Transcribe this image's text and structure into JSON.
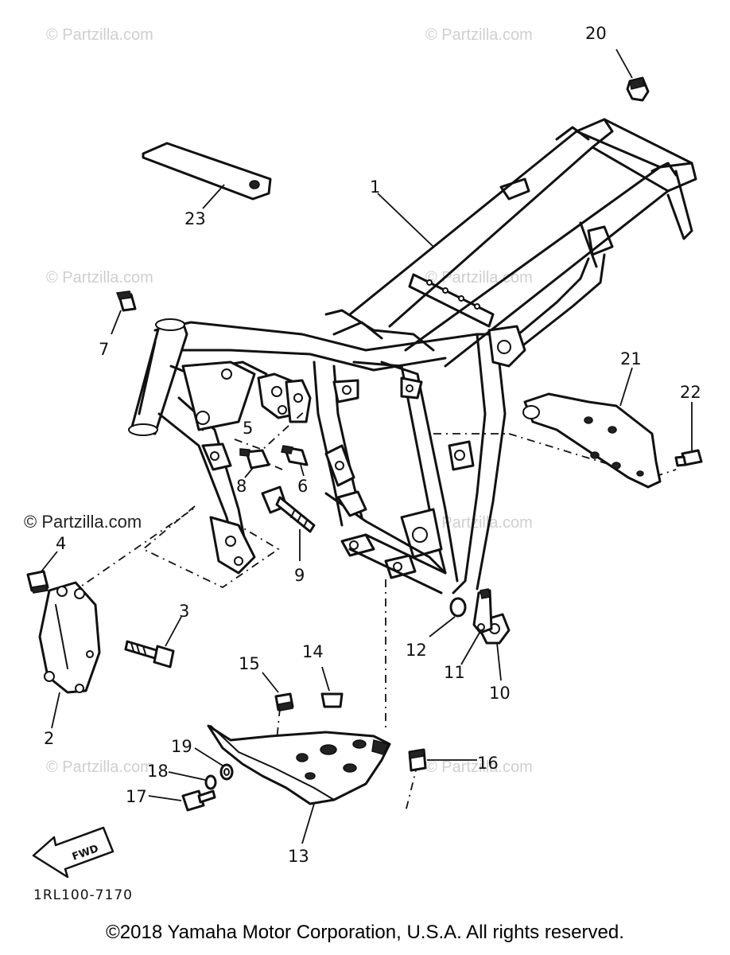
{
  "watermarks": [
    "© Partzilla.com",
    "© Partzilla.com",
    "© Partzilla.com",
    "© Partzilla.com",
    "© Partzilla.com",
    "© Partzilla.com",
    "© Partzilla.com"
  ],
  "watermark_dark": "© Partzilla.com",
  "callouts": {
    "c1": "1",
    "c2": "2",
    "c3": "3",
    "c4": "4",
    "c5": "5",
    "c6": "6",
    "c7": "7",
    "c8": "8",
    "c9": "9",
    "c10": "10",
    "c11": "11",
    "c12": "12",
    "c13": "13",
    "c14": "14",
    "c15": "15",
    "c16": "16",
    "c17": "17",
    "c18": "18",
    "c19": "19",
    "c20": "20",
    "c21": "21",
    "c22": "22",
    "c23": "23"
  },
  "fwd_label": "FWD",
  "drawing_code": "1RL100-7170",
  "copyright": "©2018  Yamaha Motor Corporation, U.S.A. All rights reserved."
}
